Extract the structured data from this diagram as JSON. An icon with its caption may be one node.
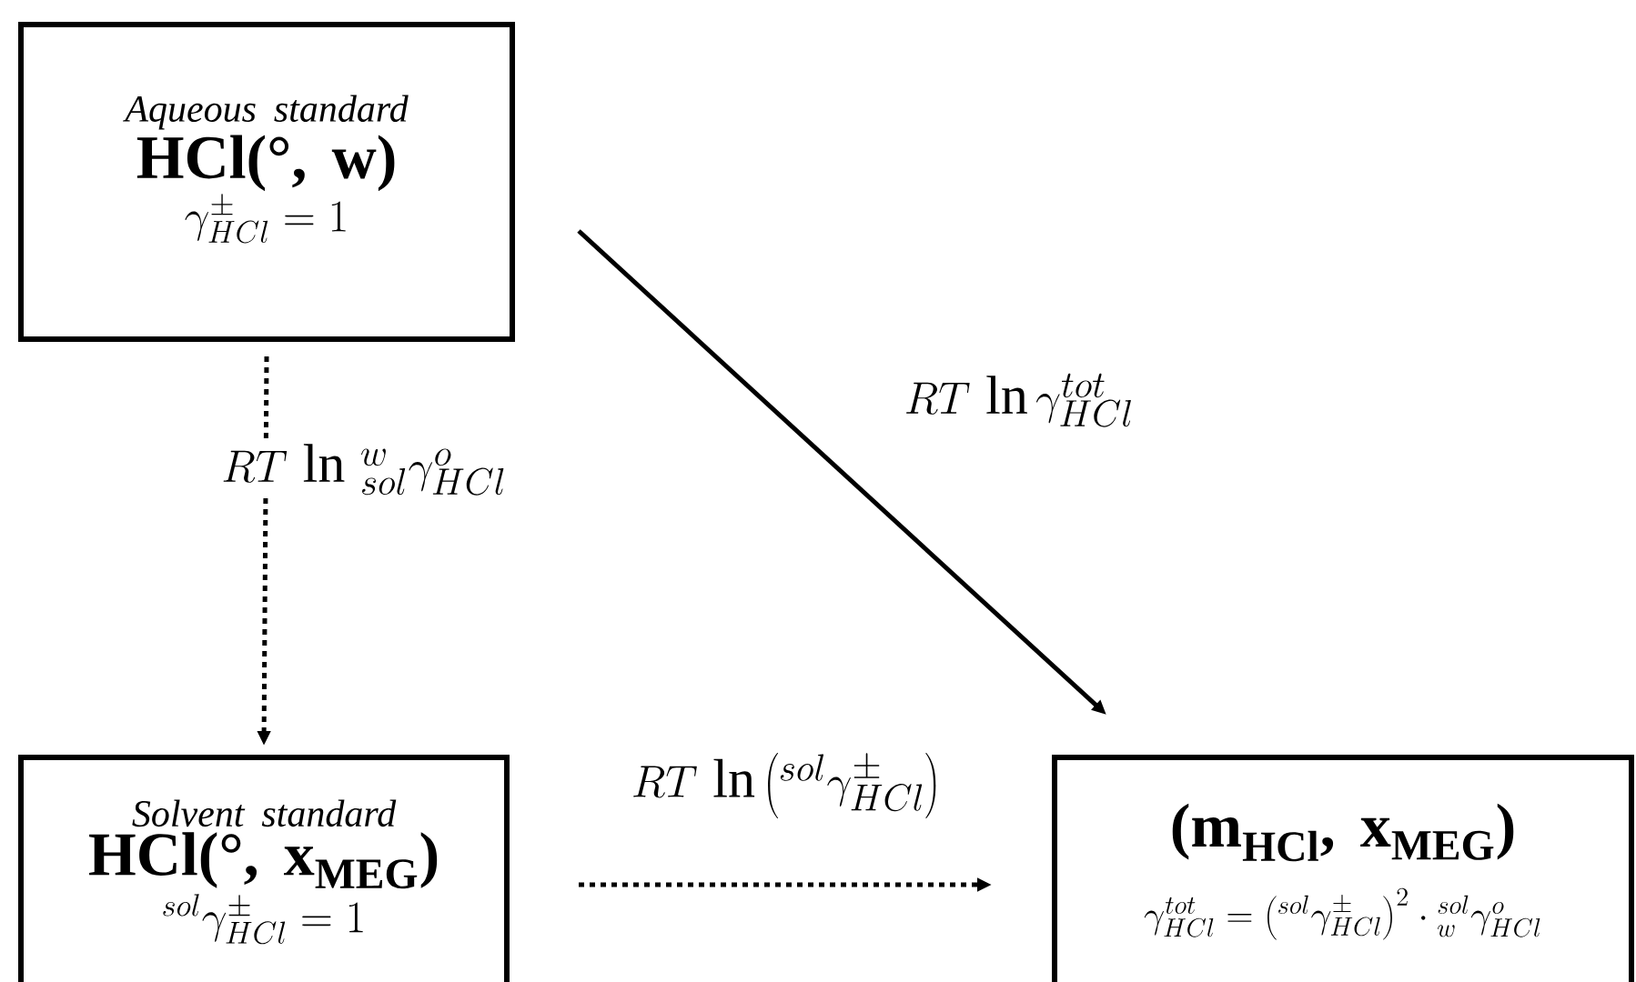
{
  "diagram": {
    "nodes": [
      {
        "text": [
          "Aqueous standard",
          "HCl(°, w)",
          "\\gamma^{\\pm}_{HCl} = 1"
        ]
      },
      {
        "text": [
          "Solvent standard",
          "HCl(°, x$_{MEG}$)",
          "{}^{sol}\\gamma^{\\pm}_{HCl} = 1"
        ]
      },
      {
        "text": [
          "(m$_{HCl}$, x$_{MEG}$)",
          "\\gamma^{tot}_{HCl} = \\left({}^{sol}\\gamma^{\\pm}_{HCl}\\right)^{2} \\cdot {}^{sol}_{w}\\gamma^{o}_{HCl}"
        ]
      }
    ],
    "edges": [
      {
        "from": 0,
        "to": 1,
        "arrow": "to",
        "style": "dashed",
        "label": "RT\\,\\ln\\, {}^{w}_{sol}\\gamma^{o}_{HCl}"
      },
      {
        "from": 1,
        "to": 2,
        "arrow": "to",
        "style": "dashed",
        "label": "RT\\,\\ln\\left({}^{sol}\\gamma^{\\pm}_{HCl}\\right)"
      },
      {
        "from": 0,
        "to": 2,
        "arrow": "to",
        "label": "RT\\,\\ln\\gamma^{tot}_{HCl}"
      }
    ]
  }
}
